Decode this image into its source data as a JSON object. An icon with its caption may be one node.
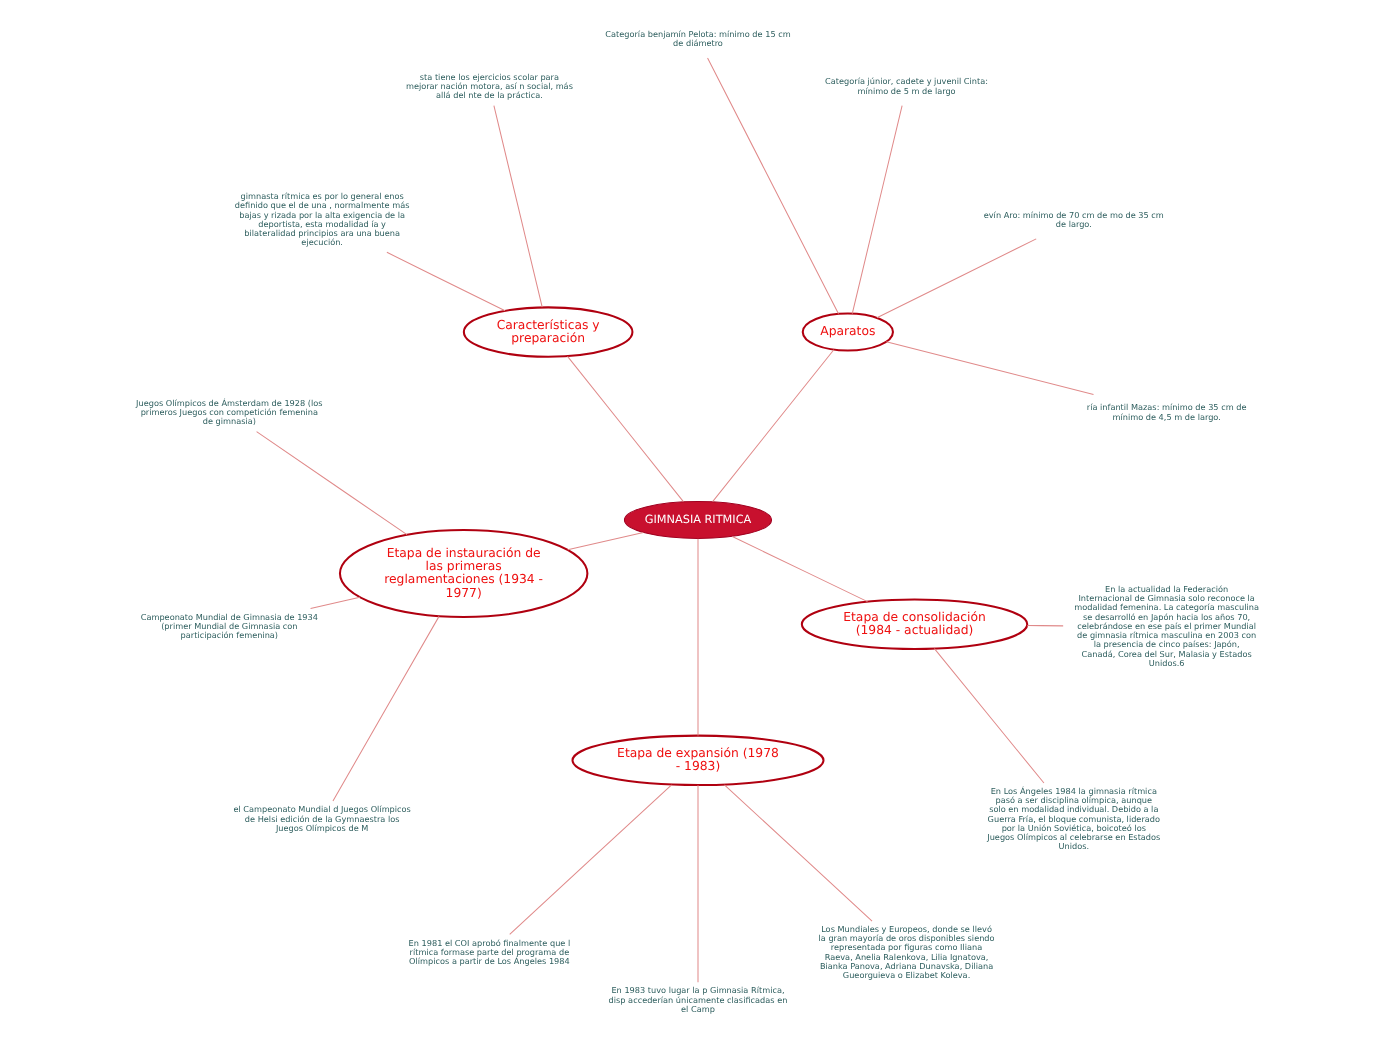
{
  "diagram": {
    "nodes": [
      {
        "text": [
          "GIMNASIA RITMICA"
        ]
      },
      {
        "text": [
          "Aparatos"
        ]
      },
      {
        "text": [
          "ría infantil Mazas: mínimo de 35 cm de mínimo de 4,5 m de largo."
        ]
      },
      {
        "text": [
          "evín Aro: mínimo de 70 cm de mo de 35 cm de largo."
        ]
      },
      {
        "text": [
          "Categoría júnior, cadete y juvenil Cinta: mínimo de 5 m de largo"
        ]
      },
      {
        "text": [
          "Categoría benjamín Pelota: mínimo de 15 cm de diámetro"
        ]
      },
      {
        "text": [
          "Características y preparación"
        ]
      },
      {
        "text": [
          "sta tiene los ejercicios scolar para mejorar nación motora, así n social, más allá del nte de la práctica."
        ]
      },
      {
        "text": [
          "gimnasta rítmica es por lo general enos definido que el de una , normalmente más bajas y rizada por la alta exigencia de la deportista, esta modalidad ía y bilateralidad principios ara una buena ejecución."
        ]
      },
      {
        "text": [
          "Etapa de instauración de las primeras reglamentaciones (1934 - 1977)"
        ]
      },
      {
        "text": [
          "Juegos Olímpicos de Ámsterdam de 1928 (los primeros Juegos con competición femenina de gimnasia)"
        ]
      },
      {
        "text": [
          "Campeonato Mundial de Gimnasia de 1934 (primer Mundial de Gimnasia con participación femenina)"
        ]
      },
      {
        "text": [
          "el Campeonato Mundial d Juegos Olímpicos de Helsi edición de la Gymnaestra los Juegos Olímpicos de M"
        ]
      },
      {
        "text": [
          "Etapa de expansión (1978 - 1983)"
        ]
      },
      {
        "text": [
          "En 1981 el COI aprobó finalmente que l rítmica formase parte del programa de Olímpicos a partir de Los Ángeles 1984"
        ]
      },
      {
        "text": [
          "En 1983 tuvo lugar la p Gimnasia Rítmica, disp accederían únicamente clasificadas en el Camp"
        ]
      },
      {
        "text": [
          "Los Mundiales y Europeos, donde se llevó la gran mayoría de oros disponibles siendo representada por figuras como Iliana Raeva, Anelia Ralenkova, Lilia Ignatova, Bianka Panova, Adriana Dunavska, Diliana Gueorguieva o Elizabet Koleva."
        ]
      },
      {
        "text": [
          "Etapa de consolidación (1984 - actualidad)"
        ]
      },
      {
        "text": [
          "En Los Ángeles 1984 la gimnasia rítmica pasó a ser disciplina olímpica, aunque solo en modalidad individual. Debido a la Guerra Fría, el bloque comunista, liderado por la Unión Soviética, boicoteó los Juegos Olímpicos al celebrarse en Estados Unidos."
        ]
      },
      {
        "text": [
          "En la actualidad la Federación Internacional de Gimnasia solo reconoce la modalidad femenina. La categoría masculina se desarrolló en Japón hacia los años 70, celebrándose en ese país el primer Mundial de gimnasia rítmica masculina en 2003 con la presencia de cinco países: Japón, Canadá, Corea del Sur, Malasia y Estados Unidos.6"
        ]
      }
    ],
    "edges": [
      {
        "from": 0,
        "to": 1,
        "arrow": "none"
      },
      {
        "from": 0,
        "to": 6,
        "arrow": "none"
      },
      {
        "from": 0,
        "to": 9,
        "arrow": "none"
      },
      {
        "from": 0,
        "to": 13,
        "arrow": "none"
      },
      {
        "from": 0,
        "to": 17,
        "arrow": "none"
      },
      {
        "from": 1,
        "to": 2,
        "arrow": "none"
      },
      {
        "from": 1,
        "to": 3,
        "arrow": "none"
      },
      {
        "from": 1,
        "to": 4,
        "arrow": "none"
      },
      {
        "from": 1,
        "to": 5,
        "arrow": "none"
      },
      {
        "from": 6,
        "to": 7,
        "arrow": "none"
      },
      {
        "from": 6,
        "to": 8,
        "arrow": "none"
      },
      {
        "from": 9,
        "to": 10,
        "arrow": "none"
      },
      {
        "from": 9,
        "to": 11,
        "arrow": "none"
      },
      {
        "from": 9,
        "to": 12,
        "arrow": "none"
      },
      {
        "from": 13,
        "to": 14,
        "arrow": "none"
      },
      {
        "from": 13,
        "to": 15,
        "arrow": "none"
      },
      {
        "from": 13,
        "to": 16,
        "arrow": "none"
      },
      {
        "from": 17,
        "to": 18,
        "arrow": "none"
      },
      {
        "from": 17,
        "to": 19,
        "arrow": "none"
      }
    ]
  }
}
